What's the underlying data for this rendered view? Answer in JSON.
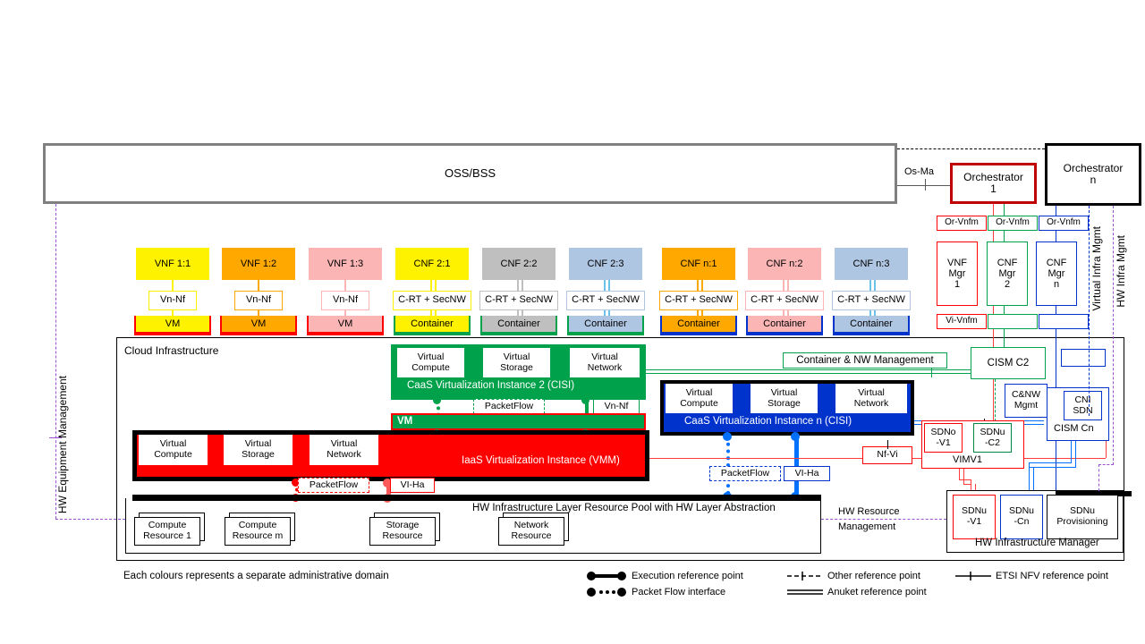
{
  "colors": {
    "yellow": "#FFF200",
    "orange": "#FFA800",
    "pink": "#FBB5B5",
    "grey": "#BFBFBF",
    "bluegrey": "#AFC6E3",
    "red": "#FF0000",
    "darkred": "#C00000",
    "green": "#00A14B",
    "darkgreen": "#00863E",
    "blue": "#0033CC",
    "brightblue": "#0070FF",
    "black": "#000000",
    "purple": "#9B4FD1",
    "framegrey": "#808080"
  },
  "header": {
    "oss_bss": "OSS/BSS",
    "os_ma": "Os-Ma",
    "orchestrator_1": "Orchestrator\n1",
    "orchestrator_1_line1": "Orchestrator",
    "orchestrator_1_line2": "1",
    "orchestrator_n_line1": "Orchestrator",
    "orchestrator_n_line2": "n"
  },
  "functions_row": [
    {
      "label": "VNF 1:1",
      "fill": "#FFF200",
      "iface": "Vn-Nf",
      "runtime": "VM",
      "accent": "#FFF200",
      "base": "#FF0000"
    },
    {
      "label": "VNF 1:2",
      "fill": "#FFA800",
      "iface": "Vn-Nf",
      "runtime": "VM",
      "accent": "#FFA800",
      "base": "#FF0000"
    },
    {
      "label": "VNF 1:3",
      "fill": "#FBB5B5",
      "iface": "Vn-Nf",
      "runtime": "VM",
      "accent": "#FBB5B5",
      "base": "#FF0000"
    },
    {
      "label": "CNF 2:1",
      "fill": "#FFF200",
      "iface": "C-RT + SecNW",
      "runtime": "Container",
      "accent": "#FFF200",
      "base": "#00A14B"
    },
    {
      "label": "CNF 2:2",
      "fill": "#BFBFBF",
      "iface": "C-RT + SecNW",
      "runtime": "Container",
      "accent": "#BFBFBF",
      "base": "#00A14B"
    },
    {
      "label": "CNF 2:3",
      "fill": "#AFC6E3",
      "iface": "C-RT + SecNW",
      "runtime": "Container",
      "accent": "#6CC3EA",
      "base": "#00A14B"
    },
    {
      "label": "CNF n:1",
      "fill": "#FFA800",
      "iface": "C-RT + SecNW",
      "runtime": "Container",
      "accent": "#FFA800",
      "base": "#0033CC"
    },
    {
      "label": "CNF n:2",
      "fill": "#FBB5B5",
      "iface": "C-RT + SecNW",
      "runtime": "Container",
      "accent": "#FBB5B5",
      "base": "#0033CC"
    },
    {
      "label": "CNF n:3",
      "fill": "#AFC6E3",
      "iface": "C-RT + SecNW",
      "runtime": "Container",
      "accent": "#6CC3EA",
      "base": "#0033CC"
    }
  ],
  "cloud": {
    "title": "Cloud Infrastructure",
    "caas2": {
      "title": "CaaS Virtualization Instance 2 (CISI)",
      "resources": [
        "Virtual Compute",
        "Virtual Storage",
        "Virtual Network"
      ],
      "r0l1": "Virtual",
      "r0l2": "Compute",
      "r1l1": "Virtual",
      "r1l2": "Storage",
      "r2l1": "Virtual",
      "r2l2": "Network",
      "vm": "VM",
      "packetflow": "PacketFlow",
      "vn_nf": "Vn-Nf"
    },
    "caasn": {
      "title": "CaaS Virtualization Instance n (CISI)",
      "r0l1": "Virtual",
      "r0l2": "Compute",
      "r1l1": "Virtual",
      "r1l2": "Storage",
      "r2l1": "Virtual",
      "r2l2": "Network",
      "packetflow": "PacketFlow",
      "vi_ha": "VI-Ha"
    },
    "iaas": {
      "title": "IaaS Virtualization Instance (VMM)",
      "r0l1": "Virtual",
      "r0l2": "Compute",
      "r1l1": "Virtual",
      "r1l2": "Storage",
      "r2l1": "Virtual",
      "r2l2": "Network",
      "packetflow": "PacketFlow",
      "vi_ha": "VI-Ha"
    },
    "hw_pool": {
      "title": "HW Infrastructure Layer Resource Pool with HW Layer Abstraction",
      "resources": [
        {
          "l1": "Compute",
          "l2": "Resource 1"
        },
        {
          "l1": "Compute",
          "l2": "Resource m"
        },
        {
          "l1": "Storage",
          "l2": "Resource"
        },
        {
          "l1": "Network",
          "l2": "Resource"
        }
      ]
    },
    "container_nw_mgmt": "Container & NW Management",
    "nf_vi": "Nf-Vi"
  },
  "mano": {
    "or_vnfm": "Or-Vnfm",
    "vi_vnfm": "Vi-Vnfm",
    "managers": [
      {
        "l1": "VNF",
        "l2": "Mgr",
        "l3": "1",
        "color": "#FF0000"
      },
      {
        "l1": "CNF",
        "l2": "Mgr",
        "l3": "2",
        "color": "#00A14B"
      },
      {
        "l1": "CNF",
        "l2": "Mgr",
        "l3": "n",
        "color": "#0033CC"
      }
    ],
    "cism_c2": "CISM C2",
    "cism_cn": "CISM Cn",
    "cni_sdn_l1": "CNI",
    "cni_sdn_l2": "SDN",
    "cnw_mgmt_l1": "C&NW",
    "cnw_mgmt_l2": "Mgmt",
    "vimv1": "VIMV1",
    "sdno_v1_l1": "SDNo",
    "sdno_v1_l2": "-V1",
    "sdnu_c2_l1": "SDNu",
    "sdnu_c2_l2": "-C2",
    "sdnu_v1_l1": "SDNu",
    "sdnu_v1_l2": "-V1",
    "sdnu_cn_l1": "SDNu",
    "sdnu_cn_l2": "-Cn",
    "sdnu_prov_l1": "SDNu",
    "sdnu_prov_l2": "Provisioning",
    "hw_infra_manager": "HW Infrastructure Manager"
  },
  "domains": {
    "hw_equipment_management": "HW Equipment Management",
    "hw_resource_management_l1": "HW Resource",
    "hw_resource_management_l2": "Management",
    "virtual_infra_mgmt": "Virtual Infra Mgmt",
    "hw_infra_mgmt": "HW Infra Mgmt"
  },
  "legend": {
    "note": "Each colours represents a separate administrative domain",
    "items": [
      {
        "key": "execution-reference-point",
        "label": "Execution reference point"
      },
      {
        "key": "packet-flow-interface",
        "label": "Packet Flow interface"
      },
      {
        "key": "other-reference-point",
        "label": "Other reference point"
      },
      {
        "key": "anuket-reference-point",
        "label": "Anuket reference point"
      },
      {
        "key": "etsi-nfv-reference-point",
        "label": "ETSI NFV reference point"
      }
    ]
  }
}
